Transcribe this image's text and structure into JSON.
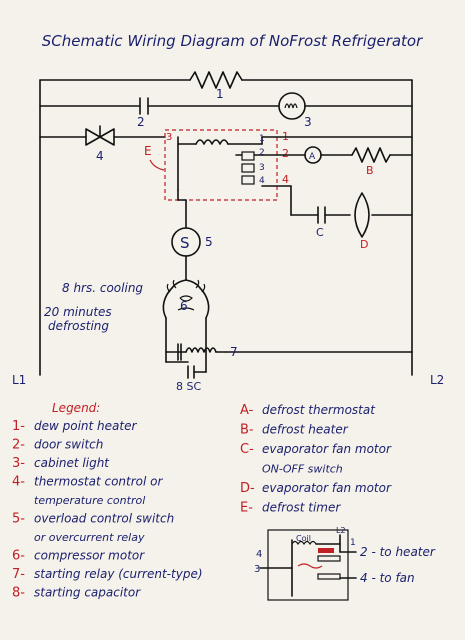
{
  "title": "SChematic Wiring Diagram of NoFrost Refrigerator",
  "components": {
    "n1": "1",
    "n2": "2",
    "n3": "3",
    "n4": "4",
    "n5": "5",
    "n6": "6",
    "n7": "7",
    "n8sc": "8 SC",
    "A": "A",
    "B": "B",
    "C": "C",
    "D": "D",
    "E": "E",
    "S": "S",
    "timer_left_3": "3",
    "timer_right_1": "1",
    "timer_right_2": "2",
    "timer_right_4": "4",
    "timer_inner_1": "1",
    "timer_inner_2": "2",
    "timer_inner_3": "3",
    "timer_inner_4": "4",
    "L1": "L1",
    "L2": "L2"
  },
  "notes": {
    "cooling": "8 hrs. cooling",
    "defrost_line1": "20 minutes",
    "defrost_line2": "defrosting"
  },
  "legend": {
    "heading": "Legend:",
    "numbered": [
      {
        "num": "1-",
        "text": "dew point heater"
      },
      {
        "num": "2-",
        "text": "door switch"
      },
      {
        "num": "3-",
        "text": "cabinet light"
      },
      {
        "num": "4-",
        "text": "thermostat control or"
      },
      {
        "num": "",
        "text": "temperature control"
      },
      {
        "num": "5-",
        "text": "overload control switch"
      },
      {
        "num": "",
        "text": "or overcurrent relay"
      },
      {
        "num": "6-",
        "text": "compressor motor"
      },
      {
        "num": "7-",
        "text": "starting relay (current-type)"
      },
      {
        "num": "8-",
        "text": "starting capacitor"
      }
    ],
    "lettered": [
      {
        "num": "A-",
        "text": "defrost thermostat"
      },
      {
        "num": "B-",
        "text": "defrost heater"
      },
      {
        "num": "C-",
        "text": "evaporator fan motor"
      },
      {
        "num": "",
        "text": "ON-OFF switch"
      },
      {
        "num": "D-",
        "text": "evaporator fan motor"
      },
      {
        "num": "E-",
        "text": "defrost timer"
      }
    ]
  },
  "timer_inset": {
    "coil": "Coil",
    "l2": "L2",
    "one": "1",
    "left_4": "4",
    "left_3": "3",
    "to_heater": "2 - to heater",
    "to_fan": "4 - to fan"
  }
}
